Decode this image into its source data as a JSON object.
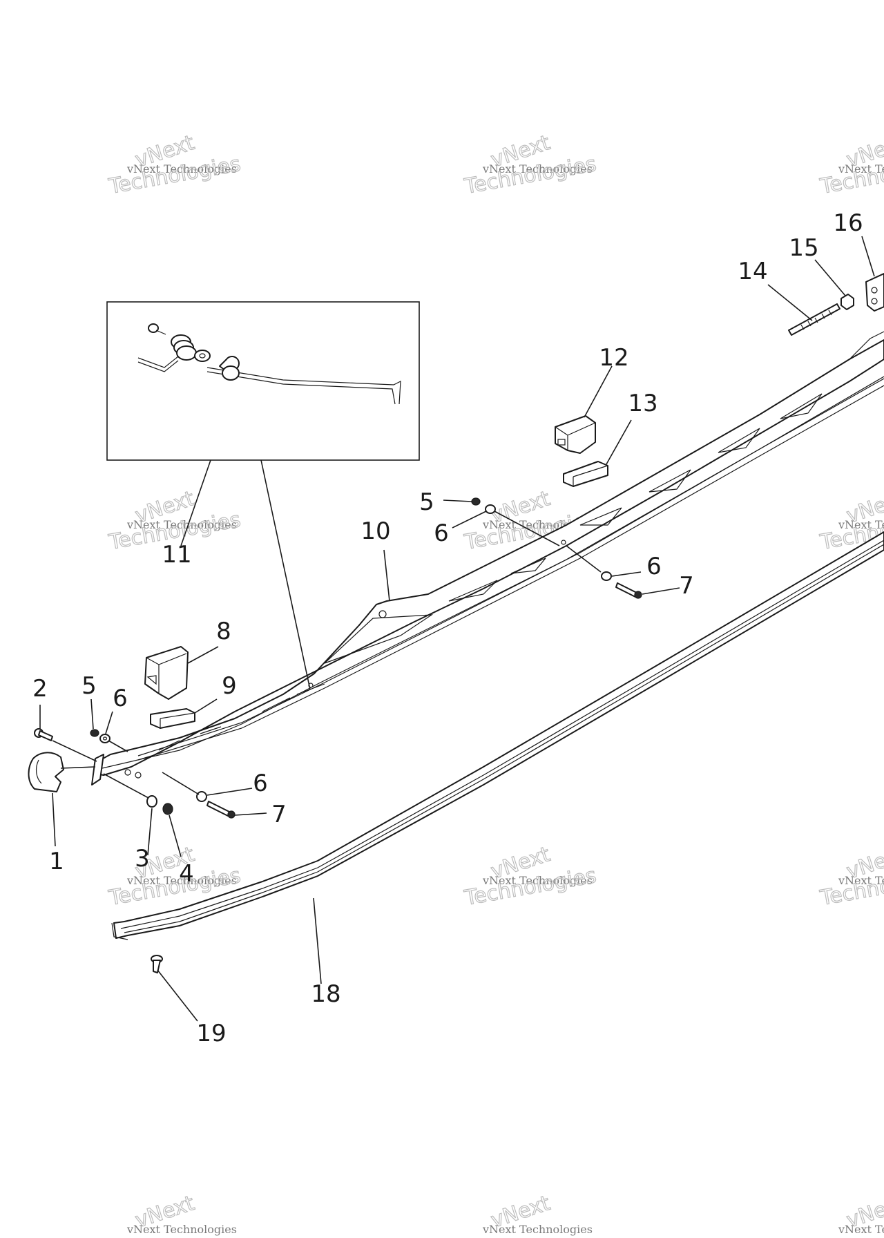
{
  "watermark": {
    "line1": "vNext Technologies",
    "line2": "vNext",
    "line3": "Technologies"
  },
  "callouts": {
    "c1": "1",
    "c2": "2",
    "c3": "3",
    "c4": "4",
    "c5a": "5",
    "c5b": "5",
    "c6a": "6",
    "c6b": "6",
    "c6c": "6",
    "c6d": "6",
    "c7a": "7",
    "c7b": "7",
    "c8": "8",
    "c9": "9",
    "c10": "10",
    "c11": "11",
    "c12": "12",
    "c13": "13",
    "c14": "14",
    "c15": "15",
    "c16": "16",
    "c18": "18",
    "c19": "19"
  },
  "colors": {
    "line": "#1a1a1a",
    "watermark": "#9a9a9a",
    "background": "#ffffff"
  }
}
